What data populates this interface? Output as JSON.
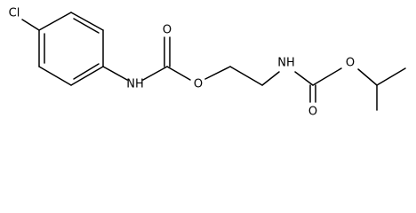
{
  "molecule": {
    "atom_labels": {
      "chlorine": "Cl",
      "carbamate1_nh": "NH",
      "carbamate1_carbonyl_o": "O",
      "carbamate1_ester_o": "O",
      "carbamate2_nh": "NH",
      "carbamate2_carbonyl_o": "O",
      "carbamate2_ester_o": "O"
    }
  }
}
